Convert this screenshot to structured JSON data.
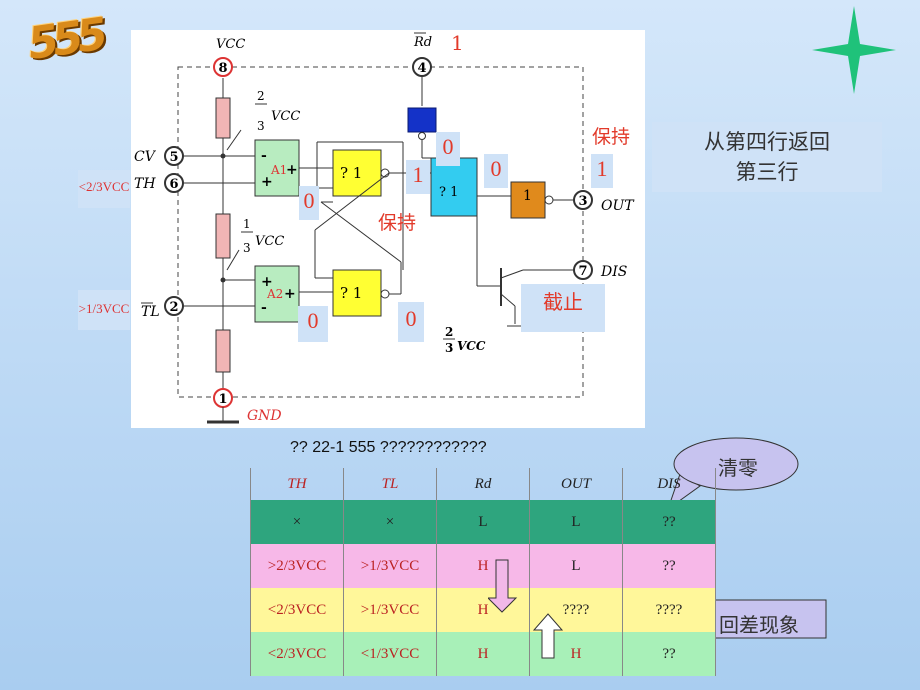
{
  "logo_text": "555",
  "circuit": {
    "vcc_label": "VCC",
    "rd_label": "Rd",
    "pin_numbers": [
      "8",
      "4",
      "5",
      "6",
      "2",
      "3",
      "7",
      "1"
    ],
    "pin_labels": {
      "cv": "CV",
      "th": "TH",
      "tl": "TL",
      "out": "OUT",
      "dis": "DIS",
      "gnd": "GND"
    },
    "divider_top": "2/3 VCC",
    "divider_bottom": "1/3 VCC",
    "comp1": "A1",
    "comp2": "A2",
    "gate_label": "? 1",
    "not_label": "1",
    "plus": "+",
    "minus": "-",
    "ref_frac": "2/3 VCC"
  },
  "states": {
    "rd_value": "1",
    "a1_out": "0",
    "g1_out": "1",
    "rd_gate": "0",
    "g3_out": "0",
    "out_value": "1",
    "a2_out": "0",
    "g2_out": "0",
    "hold1": "保持",
    "hold2": "保持",
    "cutoff": "截止"
  },
  "input_hints": {
    "th": "<2/3VCC",
    "tl": ">1/3VCC"
  },
  "note": {
    "line1": "从第四行返回",
    "line2": "第三行"
  },
  "callouts": {
    "clear": "清零",
    "hysteresis": "回差现象"
  },
  "caption": "?? 22-1    555  ????????????",
  "table": {
    "headers": [
      "TH",
      "TL",
      "Rd",
      "OUT",
      "DIS"
    ],
    "rows": [
      {
        "th": "×",
        "tl": "×",
        "rd": "L",
        "out": "L",
        "dis": "??"
      },
      {
        "th": ">2/3VCC",
        "tl": ">1/3VCC",
        "rd": "H",
        "out": "L",
        "dis": "??"
      },
      {
        "th": "<2/3VCC",
        "tl": ">1/3VCC",
        "rd": "H",
        "out": "????",
        "dis": "????"
      },
      {
        "th": "<2/3VCC",
        "tl": "<1/3VCC",
        "rd": "H",
        "out": "H",
        "dis": "??"
      }
    ]
  },
  "colors": {
    "red": "#e23a2a",
    "clear_row": "#2ea57e",
    "pink": "#f7b8e8",
    "yellow": "#fff79a",
    "green": "#a8f0b8",
    "logic": "#ffff33",
    "or_gate": "#33ccf0"
  }
}
